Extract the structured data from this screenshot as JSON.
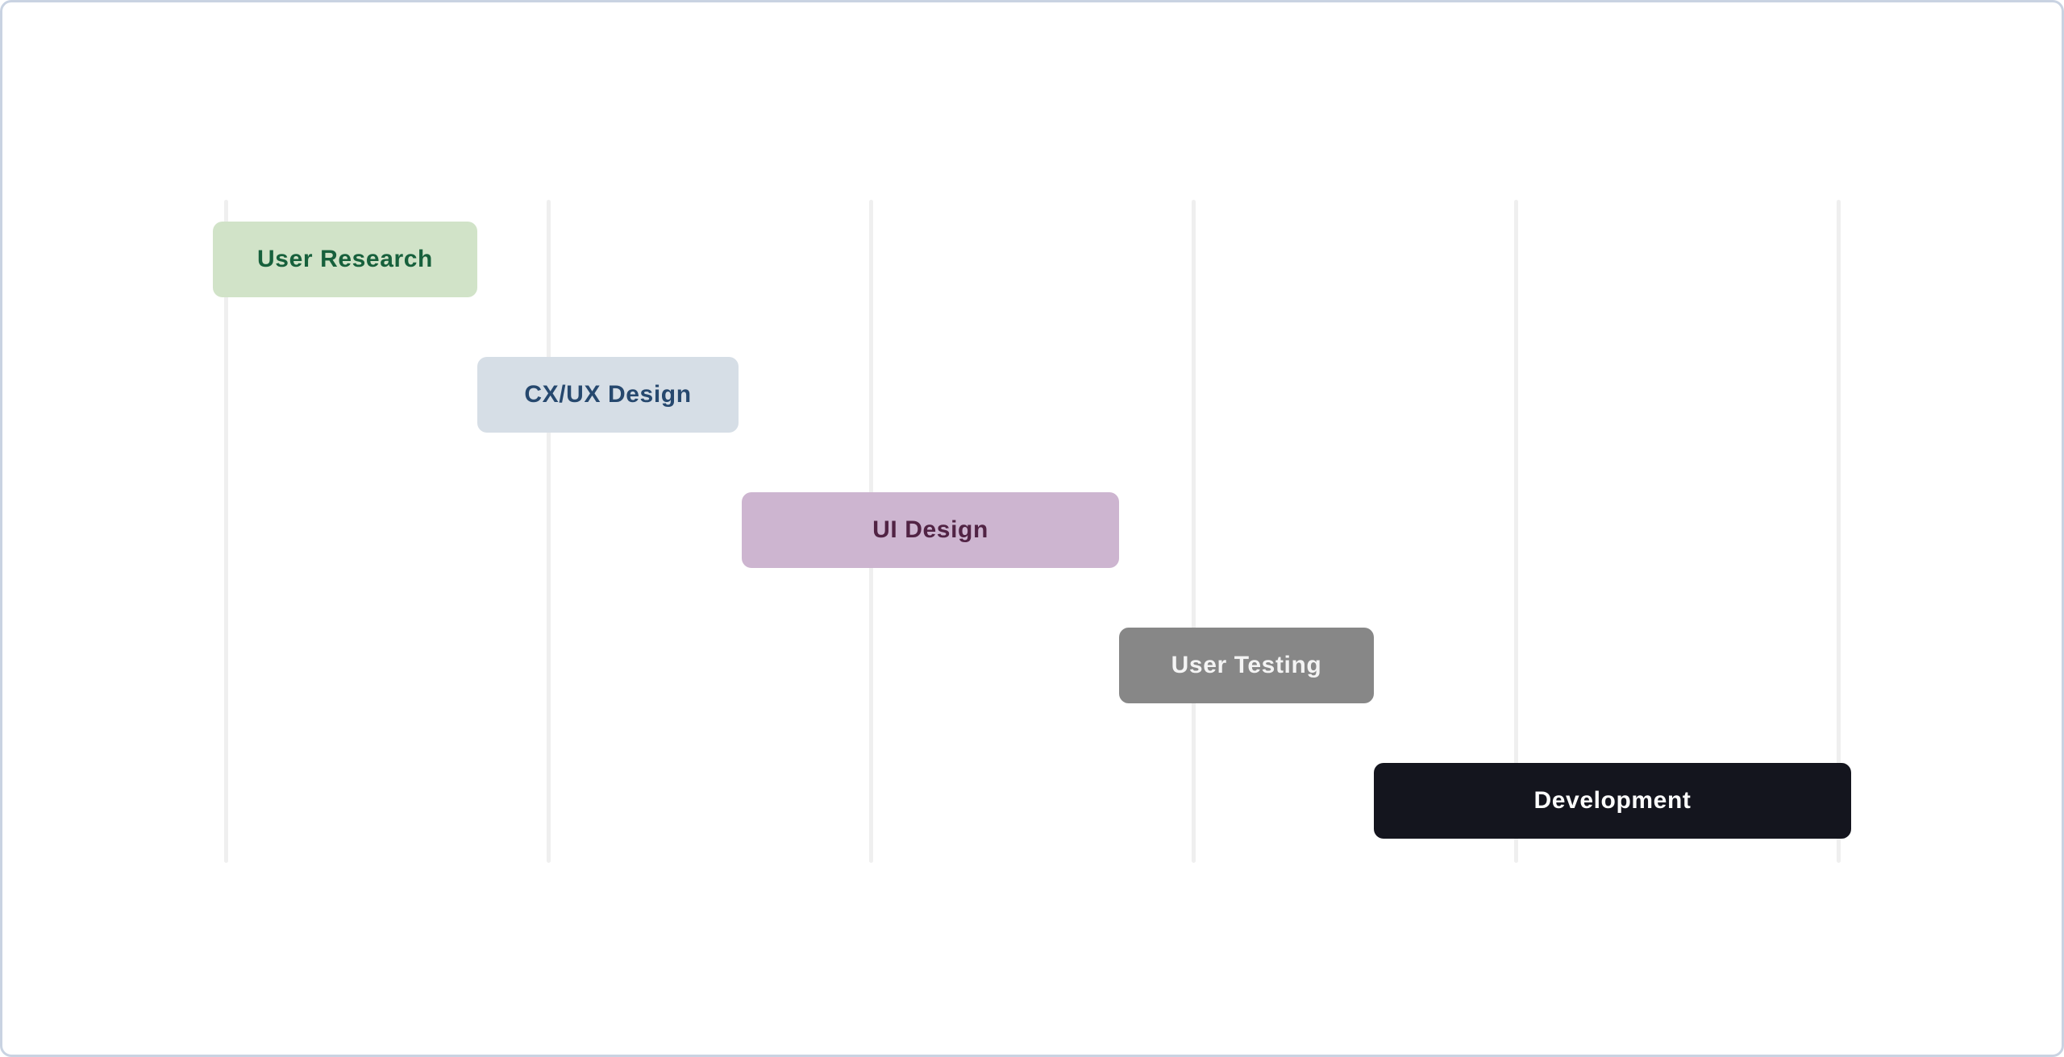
{
  "page": {
    "background_color": "#ffffff",
    "card_border_color": "#c9d3e2",
    "gridline_color": "#efefef"
  },
  "chart_data": {
    "type": "bar",
    "subtype": "gantt",
    "orientation": "horizontal",
    "title": "",
    "xlabel": "",
    "ylabel": "",
    "legend_position": "none",
    "grid": "vertical-gridlines-only",
    "axis": {
      "tick_labels": [],
      "gridline_count": 6,
      "column_unit": 1,
      "visible_range_units": [
        -0.04,
        5.04
      ]
    },
    "categories": [
      "User Research",
      "CX/UX Design",
      "UI Design",
      "User Testing",
      "Development"
    ],
    "tasks": [
      {
        "label": "User Research",
        "row": 0,
        "start": -0.04,
        "end": 0.78,
        "duration": 0.82,
        "bar_color": "#d1e3c8",
        "text_color": "#17603c"
      },
      {
        "label": "CX/UX Design",
        "row": 1,
        "start": 0.78,
        "end": 1.59,
        "duration": 0.81,
        "bar_color": "#d6dee6",
        "text_color": "#26486e"
      },
      {
        "label": "UI Design",
        "row": 2,
        "start": 1.6,
        "end": 2.77,
        "duration": 1.17,
        "bar_color": "#cdb5d0",
        "text_color": "#512344"
      },
      {
        "label": "User Testing",
        "row": 3,
        "start": 2.77,
        "end": 3.56,
        "duration": 0.79,
        "bar_color": "#878787",
        "text_color": "#f4f4f4"
      },
      {
        "label": "Development",
        "row": 4,
        "start": 3.56,
        "end": 5.04,
        "duration": 1.48,
        "bar_color": "#14151e",
        "text_color": "#fdfdfd"
      }
    ]
  }
}
